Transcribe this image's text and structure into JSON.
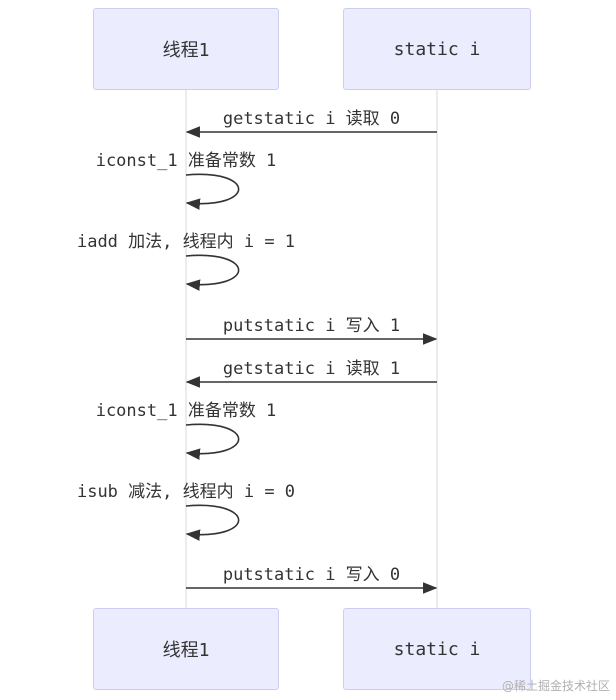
{
  "participants": {
    "left": "线程1",
    "right": "static i"
  },
  "messages": [
    {
      "type": "left",
      "text": "getstatic i 读取 0"
    },
    {
      "type": "self",
      "text": "iconst_1 准备常数 1"
    },
    {
      "type": "self",
      "text": "iadd 加法, 线程内 i = 1"
    },
    {
      "type": "right",
      "text": "putstatic i 写入 1"
    },
    {
      "type": "left",
      "text": "getstatic i 读取 1"
    },
    {
      "type": "self",
      "text": "iconst_1 准备常数 1"
    },
    {
      "type": "self",
      "text": "isub 减法, 线程内 i = 0"
    },
    {
      "type": "right",
      "text": "putstatic i 写入 0"
    }
  ],
  "watermark": "@稀土掘金技术社区",
  "colors": {
    "lifeline": "#D8D8D8",
    "arrow": "#333333",
    "participant_fill": "#ECECFF",
    "participant_border": "#CDCDF2"
  }
}
